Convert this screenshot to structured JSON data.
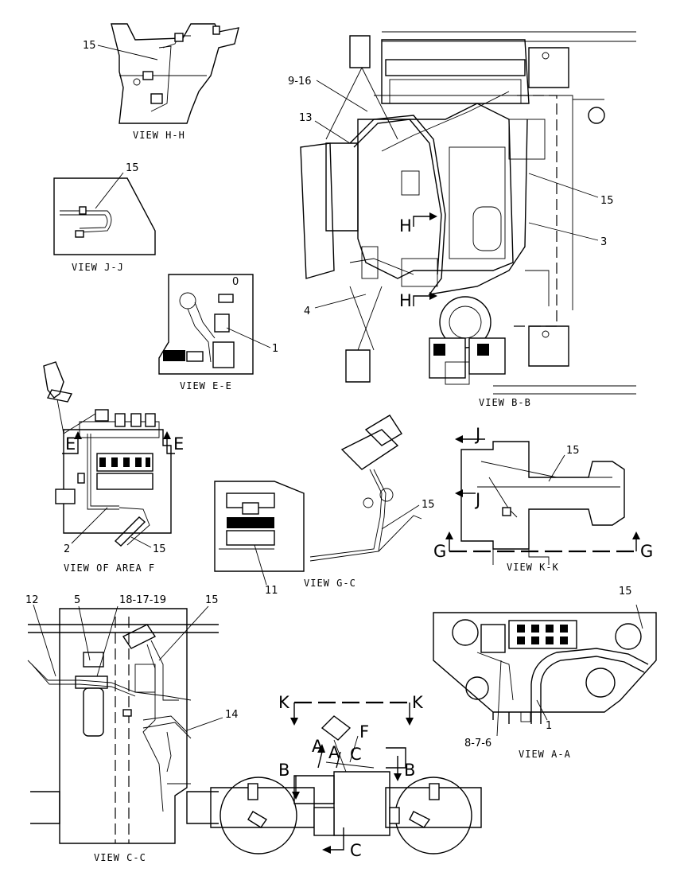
{
  "views": {
    "hh": {
      "caption": "VIEW H-H",
      "callout": "15"
    },
    "jj": {
      "caption": "VIEW J-J",
      "callout": "15"
    },
    "ee": {
      "caption": "VIEW E-E",
      "callout": "1",
      "mark": "0"
    },
    "f": {
      "caption": "VIEW OF AREA F",
      "callout_a": "2",
      "callout_b": "15",
      "section_e": "E"
    },
    "gc": {
      "caption": "VIEW G-C",
      "callout_a": "11",
      "callout_b": "15"
    },
    "kk": {
      "caption": "VIEW K-K",
      "callout": "15",
      "section_j": "J",
      "section_g": "G"
    },
    "bb": {
      "caption": "VIEW B-B",
      "callout_916": "9-16",
      "callout_13": "13",
      "callout_15": "15",
      "callout_3": "3",
      "callout_4": "4",
      "section_h": "H"
    },
    "cc": {
      "caption": "VIEW C-C",
      "callout_12": "12",
      "callout_5": "5",
      "callout_181719": "18-17-19",
      "callout_15": "15",
      "callout_14": "14"
    },
    "aa": {
      "caption": "VIEW A-A",
      "callout_15": "15",
      "callout_876": "8-7-6",
      "callout_1": "1"
    },
    "machine": {
      "k": "K",
      "a": "A",
      "f": "F",
      "b": "B",
      "c": "C"
    }
  }
}
